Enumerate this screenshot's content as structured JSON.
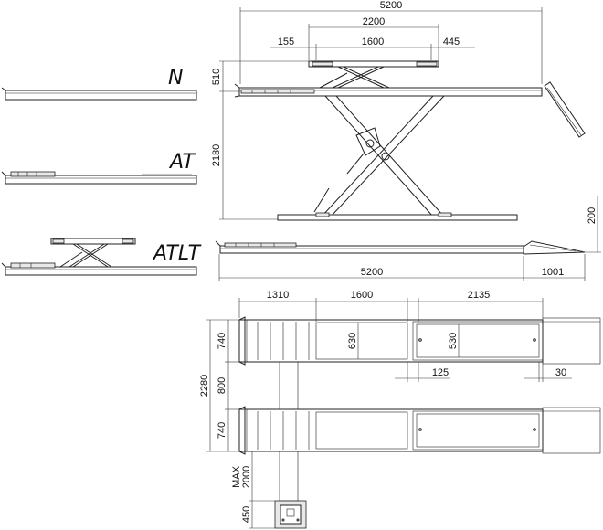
{
  "variants": {
    "n": "N",
    "at": "AT",
    "atlt": "ATLT"
  },
  "dims": {
    "top_total": "5200",
    "top_span": "2200",
    "top_left": "155",
    "top_mid": "1600",
    "top_right": "445",
    "lift_height": "510",
    "total_height": "2180",
    "ramp_height": "200",
    "base_length": "5200",
    "ramp_length": "1001",
    "plan_a": "1310",
    "plan_b": "1600",
    "plan_c": "2135",
    "plan_width": "2280",
    "track_width_top": "740",
    "gap": "800",
    "track_width_bottom": "740",
    "plate_630": "630",
    "plate_530": "530",
    "offset_125": "125",
    "offset_30": "30",
    "hose_max": "MAX\n2000",
    "hose_max_l1": "MAX",
    "hose_max_l2": "2000",
    "console": "450"
  }
}
